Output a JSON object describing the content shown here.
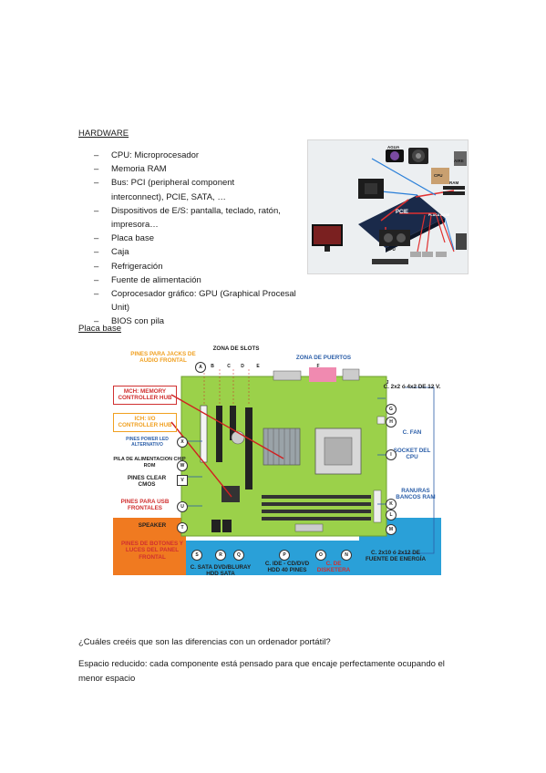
{
  "headings": {
    "hardware": "HARDWARE",
    "placa_base": "Placa base"
  },
  "hardware_list": [
    "CPU: Microprocesador",
    "Memoria RAM",
    "Bus: PCI (peripheral component",
    "interconnect), PCIE, SATA, …",
    "Dispositivos de E/S: pantalla, teclado, ratón,",
    "impresora…",
    "Placa base",
    "Caja",
    "Refrigeración",
    "Fuente de alimentación",
    "Coprocesador gráfico: GPU (Graphical Procesal Unit)",
    "BIOS con pila"
  ],
  "hw_diagram": {
    "agua": "AGUA",
    "aire": "AIRE",
    "cpu": "CPU",
    "ram": "RAM",
    "pcie": "PCIE",
    "gpu": "GPU",
    "placa": "PLACA BASE"
  },
  "motherboard": {
    "pines_audio": "PINES PARA JACKS DE AUDIO FRONTAL",
    "zona_slots": "ZONA DE SLOTS",
    "zona_puertos": "ZONA DE PUERTOS",
    "mch": "MCH: MEMORY CONTROLLER HUB",
    "ich": "ICH: I/O CONTROLLER HUB",
    "pines_power": "PINES POWER LED ALTERNATIVO",
    "pila": "PILA DE ALIMENTACION CHIP ROM",
    "pines_clear": "PINES CLEAR CMOS",
    "pines_usb": "PINES PARA USB FRONTALES",
    "speaker": "SPEAKER",
    "pines_botones": "PINES DE BOTONES Y LUCES DEL PANEL FRONTAL",
    "sata": "C. SATA DVD/BLURAY HDD SATA",
    "ide": "C. IDE - CD/DVD HDD 40 PINES",
    "disketera": "C. DE DISKETERA",
    "c2x10": "C. 2x10 ó 2x12 DE FUENTE DE ENERGÍA",
    "c2x2": "C. 2x2 ó 4x2 DE 12 V.",
    "c_fan": "C. FAN",
    "socket": "SOCKET DEL CPU",
    "ranuras": "RANURAS BANCOS RAM",
    "letters": {
      "A": "A",
      "B": "B",
      "C": "C",
      "D": "D",
      "E": "E",
      "F": "F",
      "G": "G",
      "H": "H",
      "I": "I",
      "J": "J",
      "K": "K",
      "L": "L",
      "M": "M",
      "N": "N",
      "O": "O",
      "P": "P",
      "Q": "Q",
      "R": "R",
      "S": "S",
      "T": "T",
      "U": "U",
      "V": "V",
      "W": "W",
      "X": "X"
    }
  },
  "question": "¿Cuáles creéis que son las diferencias con un ordenador portátil?",
  "answer_line1": "Espacio reducido: cada componente está pensado para que encaje perfectamente ocupando el",
  "answer_line2": "menor espacio"
}
